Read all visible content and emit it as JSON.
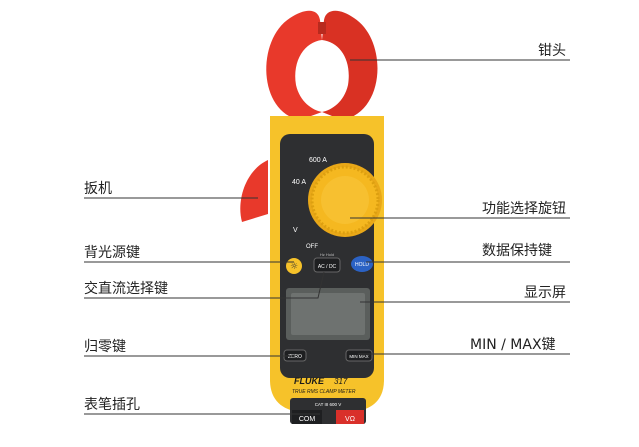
{
  "labels": {
    "jaw": "钳头",
    "trigger": "扳机",
    "rotary_switch": "功能选择旋钮",
    "backlight": "背光源键",
    "hold": "数据保持键",
    "acdc": "交直流选择键",
    "display": "显示屏",
    "zero": "归零键",
    "minmax": "MIN / MAX键",
    "jacks": "表笔插孔"
  },
  "meter": {
    "range_600a": "600 A",
    "range_40a": "40 A",
    "range_v": "V",
    "off": "OFF",
    "hold_btn": "HOLD",
    "acdc_btn": "AC / DC",
    "acdc_small": "Hz   Hold",
    "zero_btn": "ZERO",
    "minmax_btn": "MIN MAX",
    "brand": "FLUKE",
    "model": "317",
    "subtitle": "TRUE RMS CLAMP METER",
    "cat": "CAT III 600 V",
    "com": "COM",
    "vohm": "VΩ"
  },
  "colors": {
    "jaw_red": "#e8392b",
    "body_yellow": "#f6c22a",
    "panel_dark": "#2e2f31",
    "knob_yellow": "#f5b820",
    "line": "#333333"
  }
}
